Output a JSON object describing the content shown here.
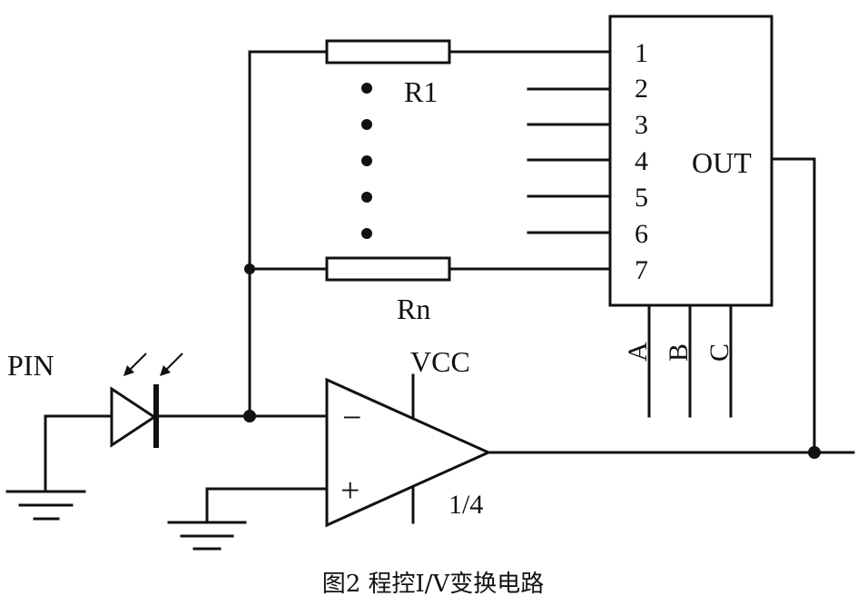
{
  "labels": {
    "r_first": "R1",
    "r_last": "Rn",
    "pin": "PIN",
    "vcc": "VCC",
    "minus": "−",
    "plus": "+",
    "opamp_unit": "1/4",
    "mux_out": "OUT",
    "mux_pins": [
      "1",
      "2",
      "3",
      "4",
      "5",
      "6",
      "7"
    ],
    "mux_select": [
      "A",
      "B",
      "C"
    ]
  },
  "caption": "图2 程控I/V变换电路",
  "colors": {
    "ink": "#111111",
    "background": "#ffffff"
  }
}
